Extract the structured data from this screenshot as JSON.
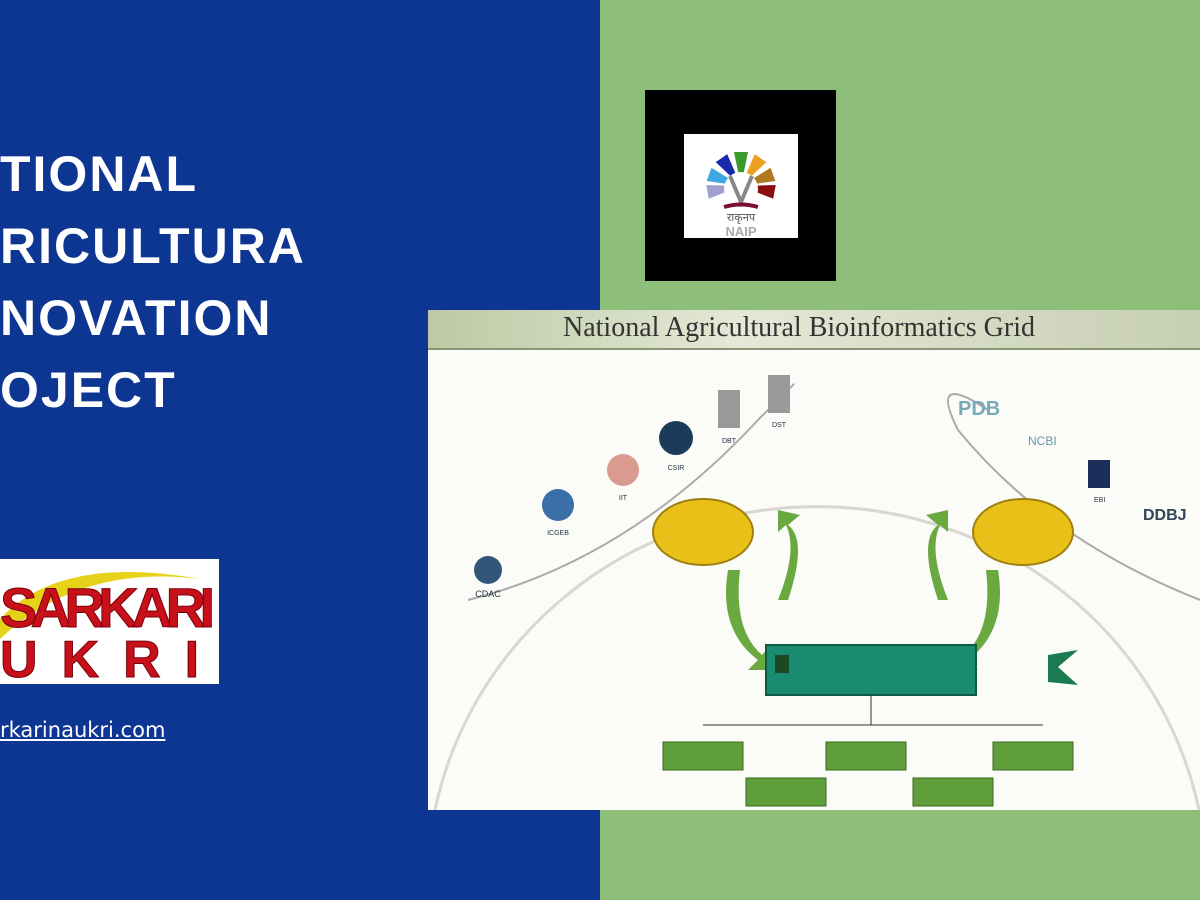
{
  "title_lines": [
    "TIONAL",
    "RICULTURA",
    "NOVATION",
    "OJECT"
  ],
  "brand_logo": {
    "line1": "SARKARI",
    "line2": "UKRI"
  },
  "website": "rkarinaukri.com",
  "naip_logo": {
    "hindi": "राकृनप",
    "text": "NAIP"
  },
  "diagram": {
    "title": "National Agricultural Bioinformatics Grid",
    "left_logos": [
      "CDAC",
      "ICGEB",
      "IIT",
      "CSIR",
      "DBT",
      "DST"
    ],
    "right_logos": [
      "PDB",
      "NCBI",
      "EBI",
      "DDBJ"
    ]
  },
  "colors": {
    "left_bg": "#0d3592",
    "right_bg": "#8dbf7a",
    "brand_red": "#c8101a"
  }
}
